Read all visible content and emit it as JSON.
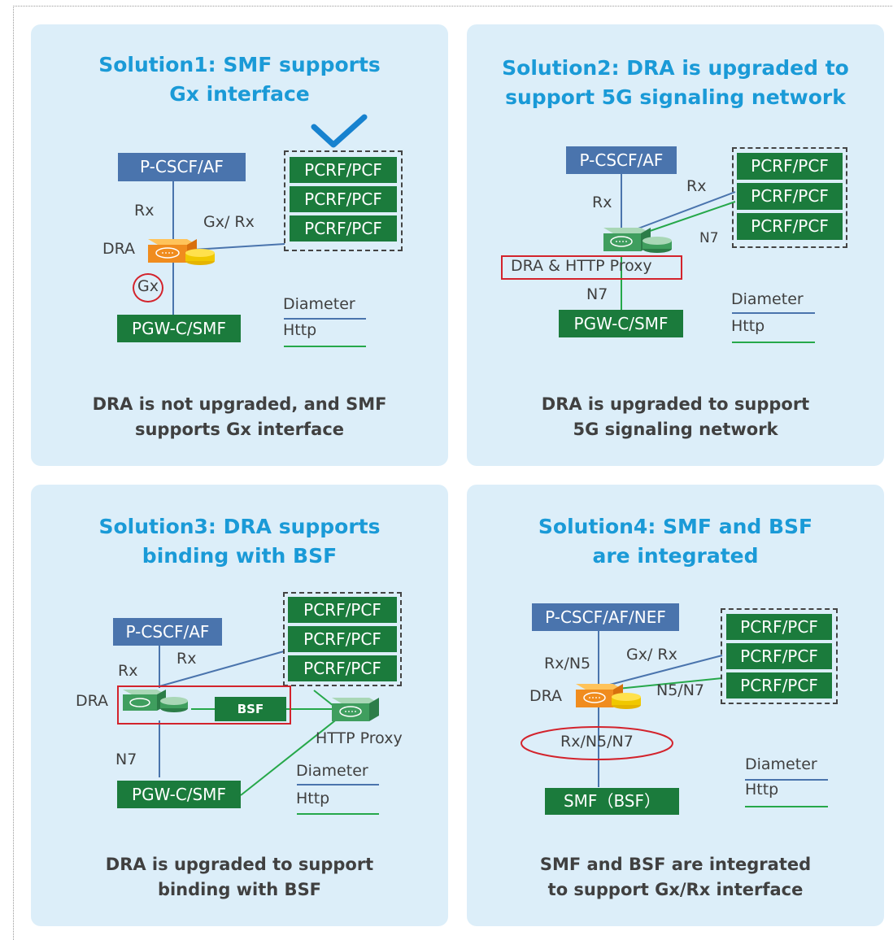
{
  "panels": [
    {
      "title_lines": [
        "Solution1: SMF supports",
        "Gx interface"
      ],
      "caption_lines": [
        "DRA is not upgraded, and SMF",
        "supports Gx interface"
      ],
      "af": "P-CSCF/AF",
      "pcrf": [
        "PCRF/PCF",
        "PCRF/PCF",
        "PCRF/PCF"
      ],
      "smf": "PGW-C/SMF",
      "labels": {
        "rx": "Rx",
        "gx_rx": "Gx/ Rx",
        "dra": "DRA",
        "gx": "Gx"
      },
      "legend": {
        "diameter": "Diameter",
        "http": "Http"
      }
    },
    {
      "title_lines": [
        "Solution2: DRA is upgraded to",
        "support 5G signaling network"
      ],
      "caption_lines": [
        "DRA is upgraded to support",
        "5G signaling network"
      ],
      "af": "P-CSCF/AF",
      "pcrf": [
        "PCRF/PCF",
        "PCRF/PCF",
        "PCRF/PCF"
      ],
      "smf": "PGW-C/SMF",
      "labels": {
        "rx_left": "Rx",
        "rx_right": "Rx",
        "n7_right": "N7",
        "proxy": "DRA & HTTP Proxy",
        "n7": "N7"
      },
      "legend": {
        "diameter": "Diameter",
        "http": "Http"
      }
    },
    {
      "title_lines": [
        "Solution3: DRA supports",
        "binding with BSF"
      ],
      "caption_lines": [
        "DRA is upgraded to support",
        "binding with BSF"
      ],
      "af": "P-CSCF/AF",
      "pcrf": [
        "PCRF/PCF",
        "PCRF/PCF",
        "PCRF/PCF"
      ],
      "smf": "PGW-C/SMF",
      "labels": {
        "rx_right": "Rx",
        "rx_left": "Rx",
        "dra": "DRA",
        "bsf": "BSF",
        "http_proxy": "HTTP Proxy",
        "n7": "N7"
      },
      "legend": {
        "diameter": "Diameter",
        "http": "Http"
      }
    },
    {
      "title_lines": [
        "Solution4: SMF and BSF",
        "are integrated"
      ],
      "caption_lines": [
        "SMF and BSF are integrated",
        "to support Gx/Rx interface"
      ],
      "af": "P-CSCF/AF/NEF",
      "pcrf": [
        "PCRF/PCF",
        "PCRF/PCF",
        "PCRF/PCF"
      ],
      "smf": "SMF（BSF）",
      "labels": {
        "rx_n5": "Rx/N5",
        "gx_rx": "Gx/ Rx",
        "dra": "DRA",
        "n5_n7": "N5/N7",
        "rx_n5_n7": "Rx/N5/N7"
      },
      "legend": {
        "diameter": "Diameter",
        "http": "Http"
      }
    }
  ],
  "colors": {
    "title": "#1a9ad7",
    "panel_bg": "#dceef9",
    "af_box": "#4a74ad",
    "pcrf_box": "#1b7b3c",
    "diameter_line": "#4a74ad",
    "http_line": "#26a84a",
    "highlight": "#d3232c",
    "check": "#1782cf"
  },
  "icons": {
    "dra_legacy": "orange-server-icon",
    "dra_upgraded": "green-server-icon",
    "selected": "checkmark-icon"
  }
}
